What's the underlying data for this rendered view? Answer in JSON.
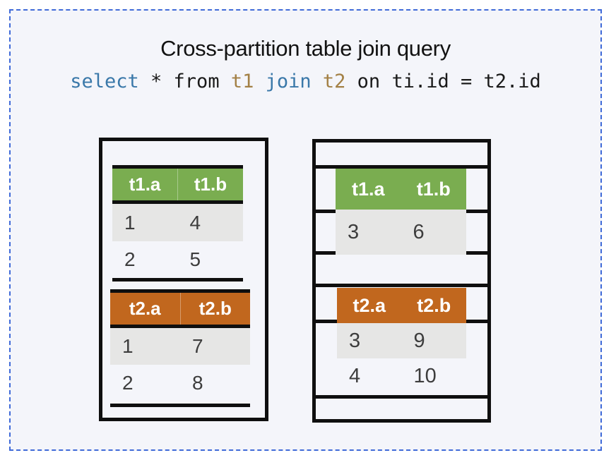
{
  "title": "Cross-partition table join query",
  "query": {
    "text": "select * from t1 join t2 on ti.id = t2.id",
    "tokens": [
      {
        "text": "select",
        "type": "keyword"
      },
      {
        "text": " * from ",
        "type": "plain"
      },
      {
        "text": "t1",
        "type": "table"
      },
      {
        "text": " ",
        "type": "plain"
      },
      {
        "text": "join",
        "type": "keyword"
      },
      {
        "text": " ",
        "type": "plain"
      },
      {
        "text": "t2",
        "type": "table"
      },
      {
        "text": " on ti.id = t2.id",
        "type": "plain"
      }
    ]
  },
  "left_partition": {
    "t1": {
      "header": [
        "t1.a",
        "t1.b"
      ],
      "rows": [
        [
          "1",
          "4"
        ],
        [
          "2",
          "5"
        ]
      ]
    },
    "t2": {
      "header": [
        "t2.a",
        "t2.b"
      ],
      "rows": [
        [
          "1",
          "7"
        ],
        [
          "2",
          "8"
        ]
      ]
    }
  },
  "right_partition": {
    "t1": {
      "header": [
        "t1.a",
        "t1.b"
      ],
      "rows": [
        [
          "3",
          "6"
        ]
      ]
    },
    "t2": {
      "header": [
        "t2.a",
        "t2.b"
      ],
      "rows": [
        [
          "3",
          "9"
        ],
        [
          "4",
          "10"
        ]
      ]
    }
  },
  "colors": {
    "green_header": "#7aad50",
    "orange_header": "#c1671e",
    "sql_keyword_blue": "#3a78a9",
    "sql_table_tan": "#a38045",
    "row_gray": "#e6e6e5",
    "line_black": "#0f0f0f",
    "slide_bg": "#f4f5fa",
    "dashed_border_blue": "#3f6ad8",
    "cell_text": "#3d3d3d"
  }
}
